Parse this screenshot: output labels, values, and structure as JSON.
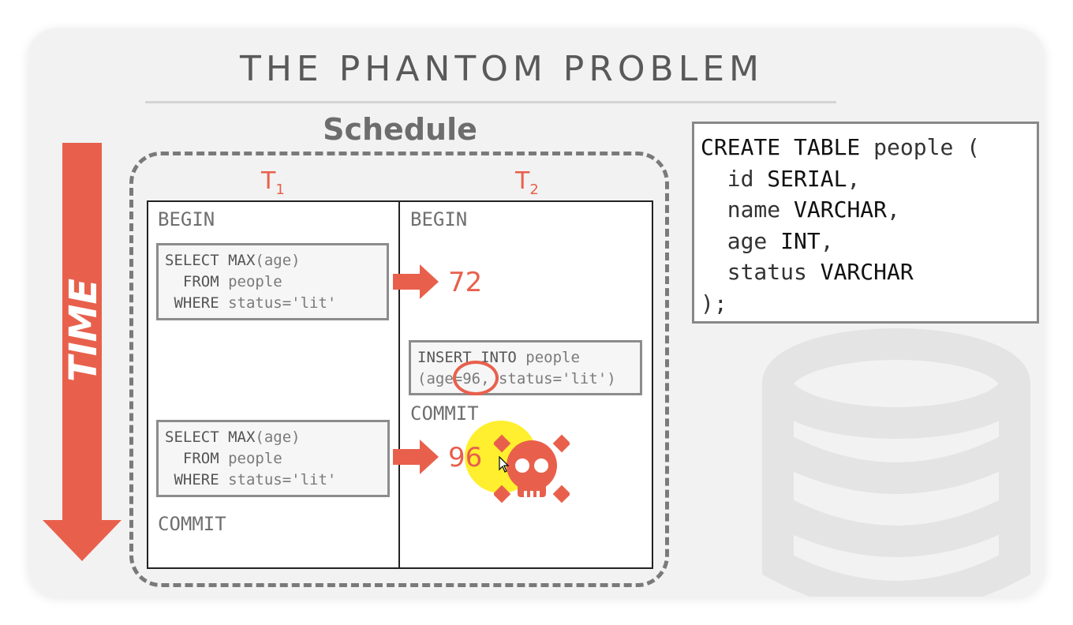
{
  "slide": {
    "title": "THE PHANTOM PROBLEM",
    "schedule_label": "Schedule",
    "time_label": "TIME"
  },
  "schedule": {
    "t1": {
      "letter": "T",
      "sub": "1"
    },
    "t2": {
      "letter": "T",
      "sub": "2"
    },
    "t1_begin": "BEGIN",
    "t2_begin": "BEGIN",
    "t1_commit": "COMMIT",
    "t2_commit": "COMMIT",
    "query1": {
      "line1_kw": "SELECT MAX",
      "line1_rest": "(age)",
      "line2_kw": "  FROM",
      "line2_rest": " people",
      "line3_kw": " WHERE",
      "line3_rest": " status='lit'"
    },
    "query2": {
      "line1_kw": "SELECT MAX",
      "line1_rest": "(age)",
      "line2_kw": "  FROM",
      "line2_rest": " people",
      "line3_kw": " WHERE",
      "line3_rest": " status='lit'"
    },
    "insert": {
      "line1_kw": "INSERT INTO",
      "line1_rest": " people",
      "line2": "(age=96, status='lit')"
    },
    "result1": "72",
    "result2": "96"
  },
  "ddl": {
    "l1_kw": "CREATE TABLE",
    "l1_rest": " people (",
    "l2_name": "  id ",
    "l2_type": "SERIAL",
    "l2_tail": ",",
    "l3_name": "  name ",
    "l3_type": "VARCHAR",
    "l3_tail": ",",
    "l4_name": "  age ",
    "l4_type": "INT",
    "l4_tail": ",",
    "l5_name": "  status ",
    "l5_type": "VARCHAR",
    "l6": ");"
  },
  "colors": {
    "accent": "#e8604c",
    "highlight": "#ffeb00"
  },
  "icons": [
    "time-arrow-icon",
    "result-arrow-icon",
    "skull-crossbones-icon",
    "mouse-pointer-icon",
    "database-watermark-icon"
  ]
}
